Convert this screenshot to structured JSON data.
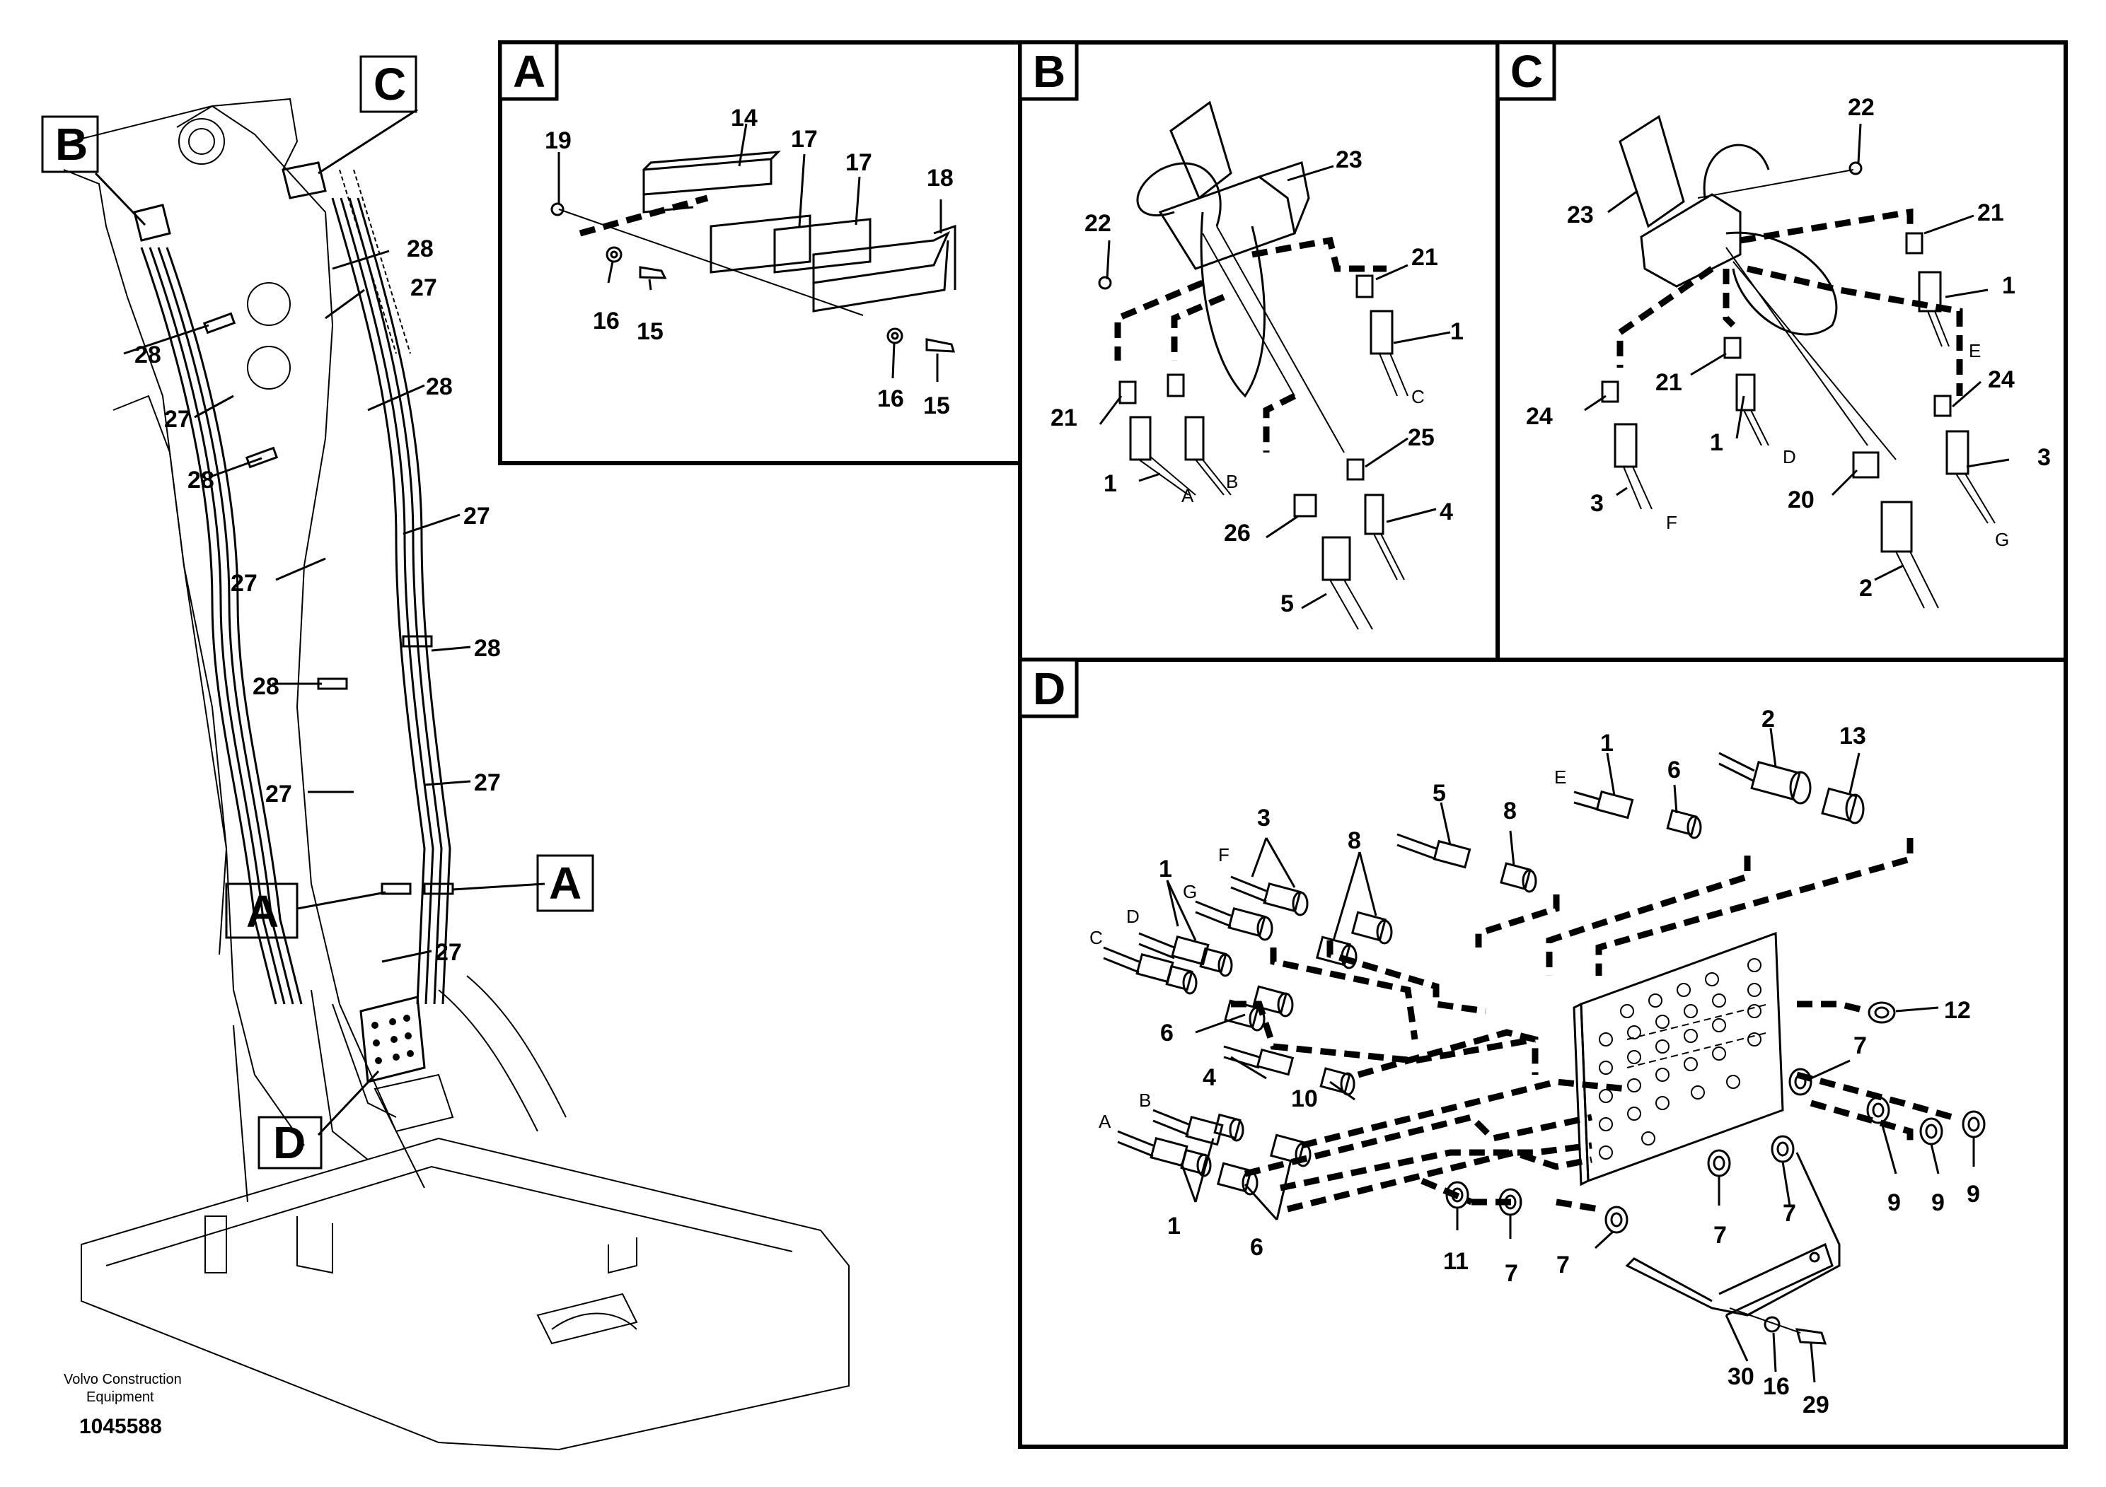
{
  "title": "",
  "brand": {
    "line1": "Volvo Construction",
    "line2": "Equipment"
  },
  "doc_number": "1045588",
  "overview": {
    "callouts": [
      "28",
      "27",
      "28",
      "27",
      "28",
      "28",
      "27",
      "28",
      "27",
      "28",
      "27",
      "28",
      "27",
      "27",
      "27"
    ],
    "view_tags": {
      "b": "B",
      "c": "C",
      "a_left": "A",
      "a_right": "A",
      "d": "D"
    }
  },
  "panel_a": {
    "letter": "A",
    "callouts": {
      "c19": "19",
      "c14": "14",
      "c17a": "17",
      "c17b": "17",
      "c18": "18",
      "c16a": "16",
      "c15a": "15",
      "c16b": "16",
      "c15b": "15"
    }
  },
  "panel_b": {
    "letter": "B",
    "callouts": {
      "c23": "23",
      "c22": "22",
      "c21a": "21",
      "c1a": "1",
      "c21b": "21",
      "c1b": "1",
      "c25": "25",
      "c4": "4",
      "c26": "26",
      "c5": "5"
    },
    "hose_letters": {
      "a": "A",
      "b": "B",
      "c": "C"
    }
  },
  "panel_c": {
    "letter": "C",
    "callouts": {
      "c22": "22",
      "c23": "23",
      "c21a": "21",
      "c1a": "1",
      "c24a": "24",
      "c21b": "21",
      "c24b": "24",
      "c1b": "1",
      "c3a": "3",
      "c20": "20",
      "c3b": "3",
      "c2": "2"
    },
    "hose_letters": {
      "e": "E",
      "d": "D",
      "f": "F",
      "g": "G"
    }
  },
  "panel_d": {
    "letter": "D",
    "callouts": {
      "c2": "2",
      "c13": "13",
      "c1top": "1",
      "c6top": "6",
      "c5": "5",
      "c8top": "8",
      "c3": "3",
      "c8mid": "8",
      "c1left": "1",
      "c6left": "6",
      "c4": "4",
      "c10": "10",
      "c12": "12",
      "c7a": "7",
      "c1bot": "1",
      "c6bot": "6",
      "c11": "11",
      "c7b": "7",
      "c7c": "7",
      "c7d": "7",
      "c7e": "7",
      "c9a": "9",
      "c9b": "9",
      "c9c": "9",
      "c30": "30",
      "c16": "16",
      "c29": "29"
    },
    "hose_letters": {
      "e": "E",
      "f": "F",
      "g": "G",
      "d": "D",
      "c": "C",
      "b": "B",
      "a": "A"
    }
  }
}
